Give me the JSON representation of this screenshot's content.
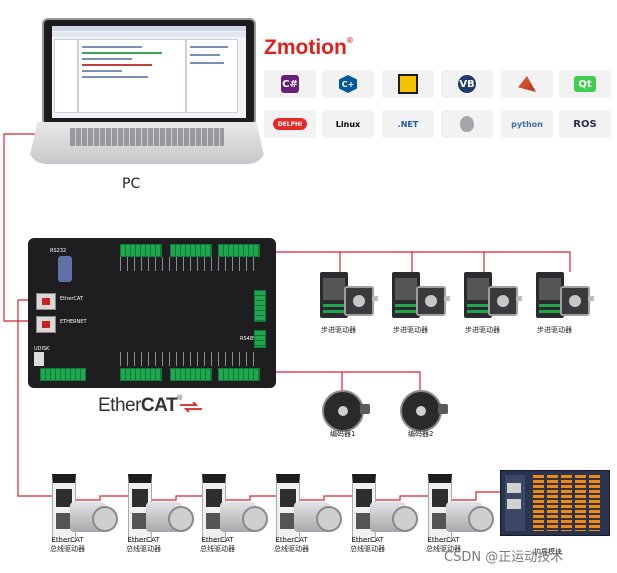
{
  "pc": {
    "label": "PC"
  },
  "brand": {
    "name": "Zmotion",
    "registered": "®",
    "color": "#e0201d"
  },
  "languages": [
    {
      "name": "csharp",
      "text": "C#",
      "icon": "csharp-icon",
      "color": "#68217a"
    },
    {
      "name": "cpp",
      "text": "C+",
      "icon": "cpp-icon",
      "color": "#00599c"
    },
    {
      "name": "labview",
      "text": "",
      "icon": "labview-icon",
      "color": "#1a1a1a"
    },
    {
      "name": "vb",
      "text": "VB",
      "icon": "vb-icon",
      "color": "#1f3a6b"
    },
    {
      "name": "matlab",
      "text": "",
      "icon": "matlab-icon",
      "color": "#e16737"
    },
    {
      "name": "qt",
      "text": "Qt",
      "icon": "qt-icon",
      "color": "#41cd52"
    },
    {
      "name": "delphi",
      "text": "DELPHI",
      "icon": "delphi-icon",
      "color": "#e62828"
    },
    {
      "name": "linux",
      "text": "Linux",
      "icon": "linux-icon",
      "color": "#000000"
    },
    {
      "name": "dotnet",
      "text": ".NET",
      "icon": "dotnet-icon",
      "color": "#1f57a4"
    },
    {
      "name": "apple",
      "text": "",
      "icon": "apple-icon",
      "color": "#a7a7ab"
    },
    {
      "name": "python",
      "text": "python",
      "icon": "python-icon",
      "color": "#3a6fa5"
    },
    {
      "name": "ros",
      "text": "ROS",
      "icon": "ros-icon",
      "color": "#22314e"
    }
  ],
  "controller": {
    "ports": [
      "RS232",
      "EtherCAT",
      "ETHERNET",
      "RS485",
      "UDISK"
    ]
  },
  "ethercat_logo": {
    "prefix": "Ether",
    "bold": "CAT",
    "registered": "®"
  },
  "steppers": [
    {
      "label": "步进驱动器"
    },
    {
      "label": "步进驱动器"
    },
    {
      "label": "步进驱动器"
    },
    {
      "label": "步进驱动器"
    }
  ],
  "encoders": [
    {
      "label": "编码器1"
    },
    {
      "label": "编码器2"
    }
  ],
  "servos": [
    {
      "line1": "EtherCAT",
      "line2": "总线驱动器"
    },
    {
      "line1": "EtherCAT",
      "line2": "总线驱动器"
    },
    {
      "line1": "EtherCAT",
      "line2": "总线驱动器"
    },
    {
      "line1": "EtherCAT",
      "line2": "总线驱动器"
    },
    {
      "line1": "EtherCAT",
      "line2": "总线驱动器"
    },
    {
      "line1": "EtherCAT",
      "line2": "总线驱动器"
    }
  ],
  "io_module": {
    "label": "扩展模块"
  },
  "watermark": "CSDN @正运动技术",
  "wire_color": "#d9232e"
}
